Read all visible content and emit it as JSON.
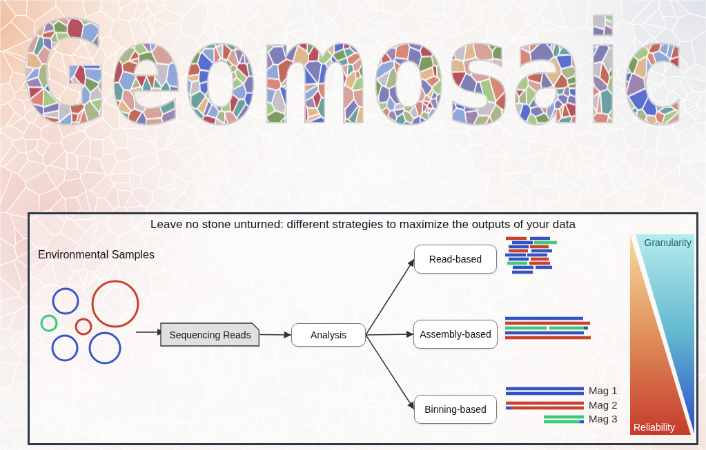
{
  "diagram": {
    "title": "Geomosaic",
    "nodes": [
      {
        "text": [
          "Leave no stone unturned: different strategies to maximize the outputs of your data"
        ]
      },
      {
        "text": [
          "Sequencing Reads"
        ],
        "in": 0
      },
      {
        "text": [
          "Analysis"
        ],
        "in": 0
      },
      {
        "text": [
          "Read-based"
        ],
        "in": 0
      },
      {
        "text": [
          "Assembly-based"
        ],
        "in": 0
      },
      {
        "text": [
          "Binning-based"
        ],
        "in": 0
      },
      {
        "text": [
          "Granularity"
        ],
        "in": 0
      },
      {
        "text": [
          "Reliability"
        ],
        "in": 0
      }
    ],
    "edges": [
      {
        "from": 1,
        "to": 2,
        "arrow": "to"
      },
      {
        "from": 2,
        "to": 3,
        "arrow": "to"
      },
      {
        "from": 2,
        "to": 4,
        "arrow": "to"
      },
      {
        "from": 2,
        "to": 5,
        "arrow": "to"
      }
    ],
    "labels": [
      "Environmental Samples",
      "Mag 1",
      "Mag 2",
      "Mag 3"
    ]
  }
}
